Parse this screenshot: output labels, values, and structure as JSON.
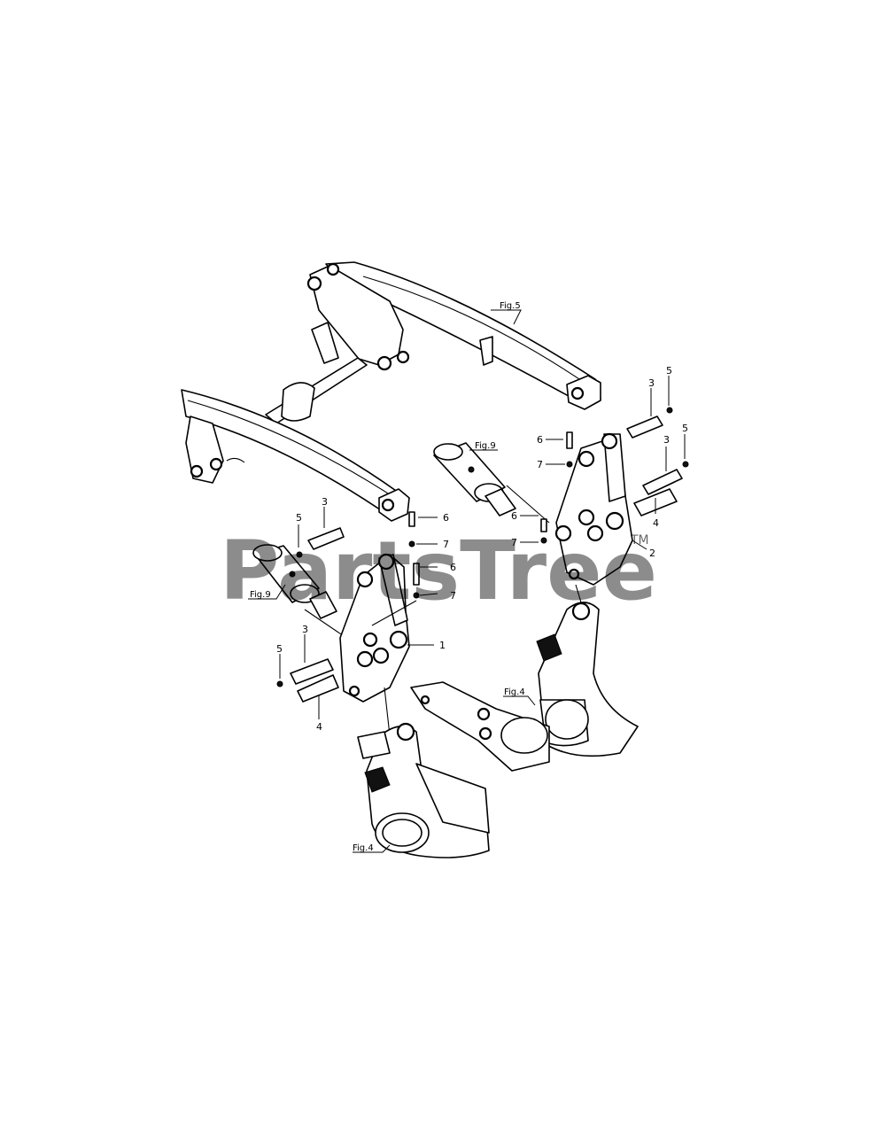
{
  "watermark": {
    "text": "PartsTree",
    "trademark": "TM"
  },
  "callouts": [
    {
      "id": "c1",
      "text": "1"
    },
    {
      "id": "c2",
      "text": "2"
    },
    {
      "id": "c3a",
      "text": "3"
    },
    {
      "id": "c3b",
      "text": "3"
    },
    {
      "id": "c3c",
      "text": "3"
    },
    {
      "id": "c3d",
      "text": "3"
    },
    {
      "id": "c4a",
      "text": "4"
    },
    {
      "id": "c4b",
      "text": "4"
    },
    {
      "id": "c5a",
      "text": "5"
    },
    {
      "id": "c5b",
      "text": "5"
    },
    {
      "id": "c5c",
      "text": "5"
    },
    {
      "id": "c5d",
      "text": "5"
    },
    {
      "id": "c6a",
      "text": "6"
    },
    {
      "id": "c6b",
      "text": "6"
    },
    {
      "id": "c6c",
      "text": "6"
    },
    {
      "id": "c6d",
      "text": "6"
    },
    {
      "id": "c7a",
      "text": "7"
    },
    {
      "id": "c7b",
      "text": "7"
    },
    {
      "id": "c7c",
      "text": "7"
    },
    {
      "id": "c7d",
      "text": "7"
    }
  ],
  "figure_refs": [
    {
      "id": "f5",
      "text": "Fig.5"
    },
    {
      "id": "f9a",
      "text": "Fig.9"
    },
    {
      "id": "f9b",
      "text": "Fig.9"
    },
    {
      "id": "f4a",
      "text": "Fig.4"
    },
    {
      "id": "f4b",
      "text": "Fig.4"
    }
  ]
}
